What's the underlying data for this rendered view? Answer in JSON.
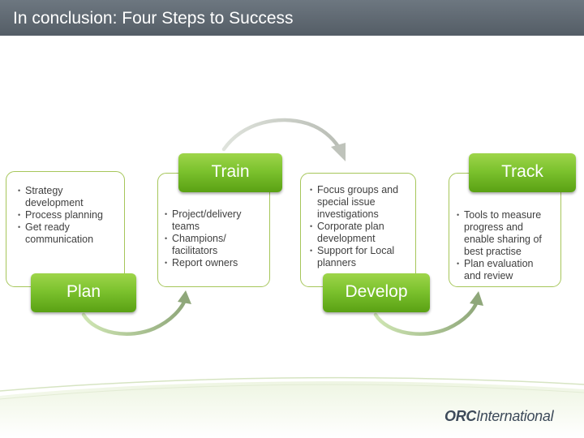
{
  "slide": {
    "title": "In conclusion: Four Steps to Success"
  },
  "steps": [
    {
      "label": "Plan",
      "bullets": [
        "Strategy development",
        "Process planning",
        "Get ready communication"
      ]
    },
    {
      "label": "Train",
      "bullets": [
        "Project/delivery teams",
        "Champions/ facilitators",
        "Report owners"
      ]
    },
    {
      "label": "Develop",
      "bullets": [
        "Focus groups and special issue investigations",
        "Corporate plan development",
        "Support for Local planners"
      ]
    },
    {
      "label": "Track",
      "bullets": [
        "Tools to measure progress and enable sharing of best practise",
        "Plan evaluation and review"
      ]
    }
  ],
  "logo": {
    "bold": "ORC",
    "rest": "International"
  },
  "colors": {
    "title_bar": "#5c656e",
    "step_green": "#7cc22e",
    "panel_border": "#a6c65a",
    "arrow_gray": "#c9cdc6"
  }
}
